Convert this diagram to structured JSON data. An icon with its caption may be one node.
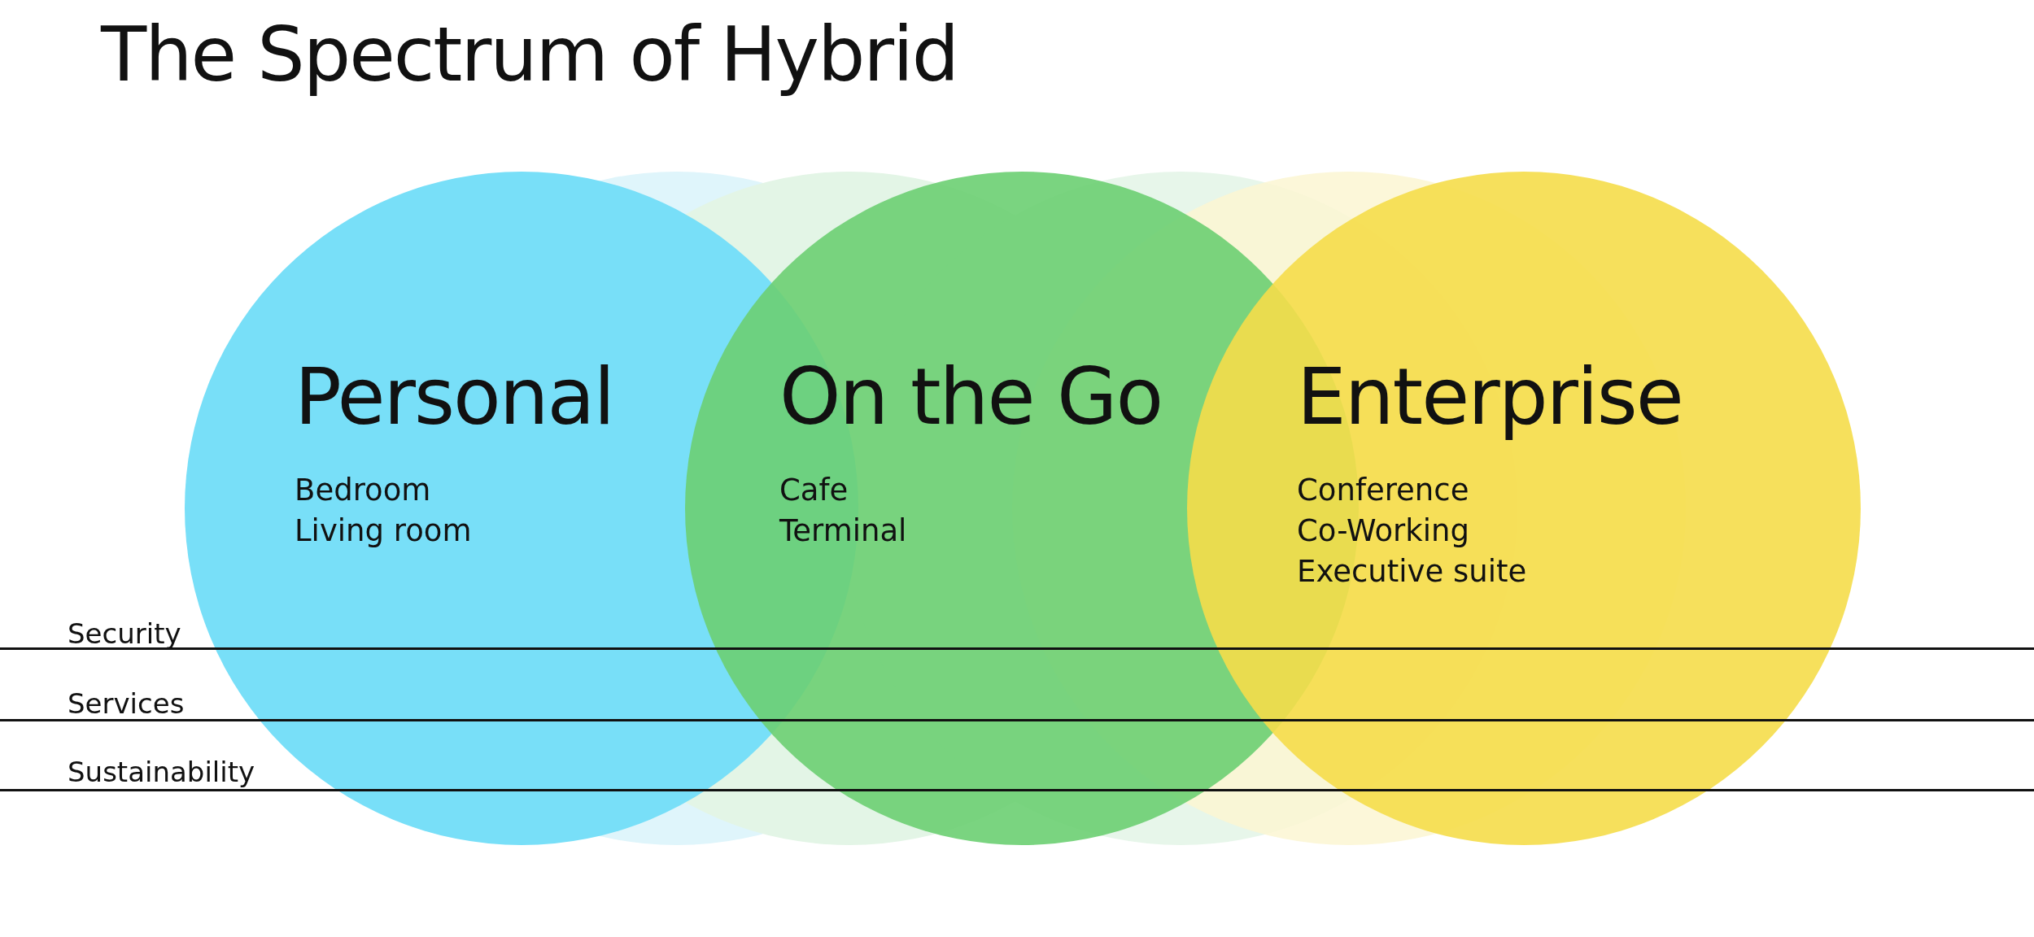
{
  "diagram": {
    "title": "The Spectrum of Hybrid",
    "nodes": [
      {
        "text": [
          "Personal",
          "Bedroom",
          "Living room"
        ]
      },
      {
        "text": [],
        "shape": "circle"
      },
      {
        "text": [],
        "shape": "circle"
      },
      {
        "text": [
          "On the Go",
          "Cafe",
          "Terminal"
        ]
      },
      {
        "text": [],
        "shape": "circle"
      },
      {
        "text": [],
        "shape": "circle"
      },
      {
        "text": [
          "Enterprise",
          "Conference",
          "Co-Working",
          "Executive suite"
        ]
      }
    ],
    "labels": [
      "Security",
      "Services",
      "Sustainability"
    ]
  }
}
